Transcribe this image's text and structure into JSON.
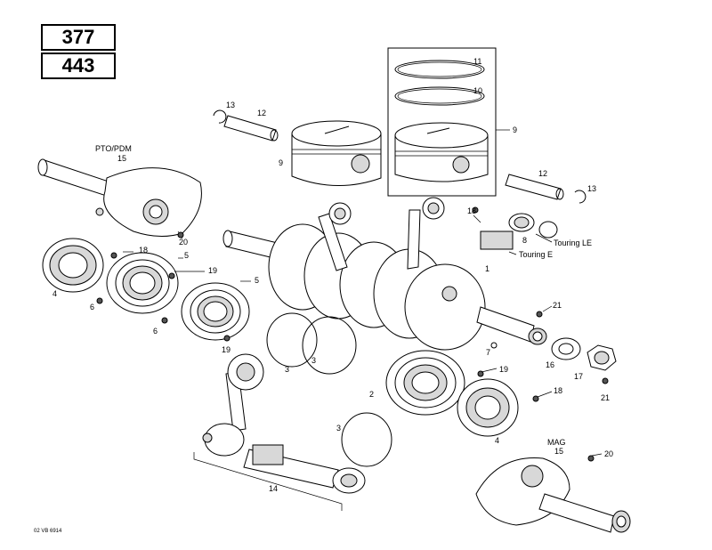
{
  "models": [
    "377",
    "443"
  ],
  "section_labels": {
    "pto": "PTO/PDM",
    "mag": "MAG",
    "touring_le": "Touring LE",
    "touring_e": "Touring E"
  },
  "callouts": {
    "c1": "1",
    "c2": "2",
    "c3a": "3",
    "c3b": "3",
    "c3c": "3",
    "c4a": "4",
    "c4b": "4",
    "c5a": "5",
    "c5b": "5",
    "c6a": "6",
    "c6b": "6",
    "c7": "7",
    "c8": "8",
    "c9a": "9",
    "c9b": "9",
    "c10": "10",
    "c11": "11",
    "c12a": "12",
    "c12b": "12",
    "c13a": "13",
    "c13b": "13",
    "c14": "14",
    "c15a": "15",
    "c15b": "15",
    "c16": "16",
    "c17": "17",
    "c18a": "18",
    "c18b": "18",
    "c18c": "18",
    "c19a": "19",
    "c19b": "19",
    "c19c": "19",
    "c20a": "20",
    "c20b": "20",
    "c21a": "21",
    "c21b": "21"
  },
  "footer_code": "02 VB 6914"
}
